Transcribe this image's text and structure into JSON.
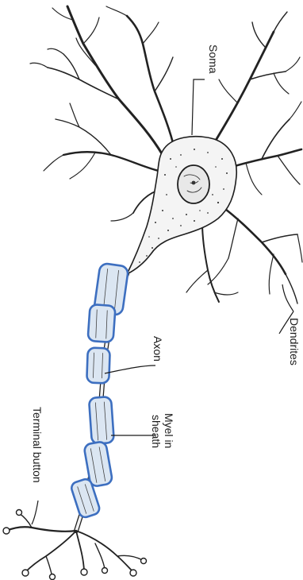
{
  "labels": {
    "soma": "Soma",
    "dendrites": "Dendrites",
    "axon": "Axon",
    "myelin_line1": "Myel in",
    "myelin_line2": "sheath",
    "terminal_button": "Terminal button"
  },
  "colors": {
    "myelin_outline": "#3d6fc0",
    "myelin_fill": "#dbe6f2",
    "ink": "#1e1e1e",
    "cell_body_fill": "#f4f4f4"
  }
}
